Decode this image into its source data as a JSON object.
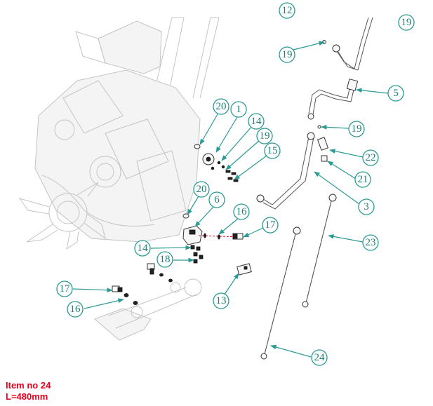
{
  "diagram": {
    "title": "Exploded parts diagram - hydraulic pump and hose assembly",
    "callouts": [
      {
        "id": "c-12-partial",
        "label": "12"
      },
      {
        "id": "c-19-topright",
        "label": "19"
      },
      {
        "id": "c-19-top",
        "label": "19"
      },
      {
        "id": "c-5",
        "label": "5"
      },
      {
        "id": "c-19-mid",
        "label": "19"
      },
      {
        "id": "c-22",
        "label": "22"
      },
      {
        "id": "c-21",
        "label": "21"
      },
      {
        "id": "c-3",
        "label": "3"
      },
      {
        "id": "c-20-upper",
        "label": "20"
      },
      {
        "id": "c-1",
        "label": "1"
      },
      {
        "id": "c-14-upper",
        "label": "14"
      },
      {
        "id": "c-19-upper",
        "label": "19"
      },
      {
        "id": "c-15",
        "label": "15"
      },
      {
        "id": "c-20-lower",
        "label": "20"
      },
      {
        "id": "c-6",
        "label": "6"
      },
      {
        "id": "c-16-mid",
        "label": "16"
      },
      {
        "id": "c-17-mid",
        "label": "17"
      },
      {
        "id": "c-14-lower",
        "label": "14"
      },
      {
        "id": "c-18",
        "label": "18"
      },
      {
        "id": "c-13",
        "label": "13"
      },
      {
        "id": "c-23",
        "label": "23"
      },
      {
        "id": "c-17-left",
        "label": "17"
      },
      {
        "id": "c-16-left",
        "label": "16"
      },
      {
        "id": "c-24",
        "label": "24"
      }
    ],
    "colors": {
      "callout": "#2a9a92",
      "note": "#e8001c",
      "highlight_line": "#e8001c"
    }
  },
  "note": {
    "line1": "Item no 24",
    "line2": "L=480mm"
  }
}
